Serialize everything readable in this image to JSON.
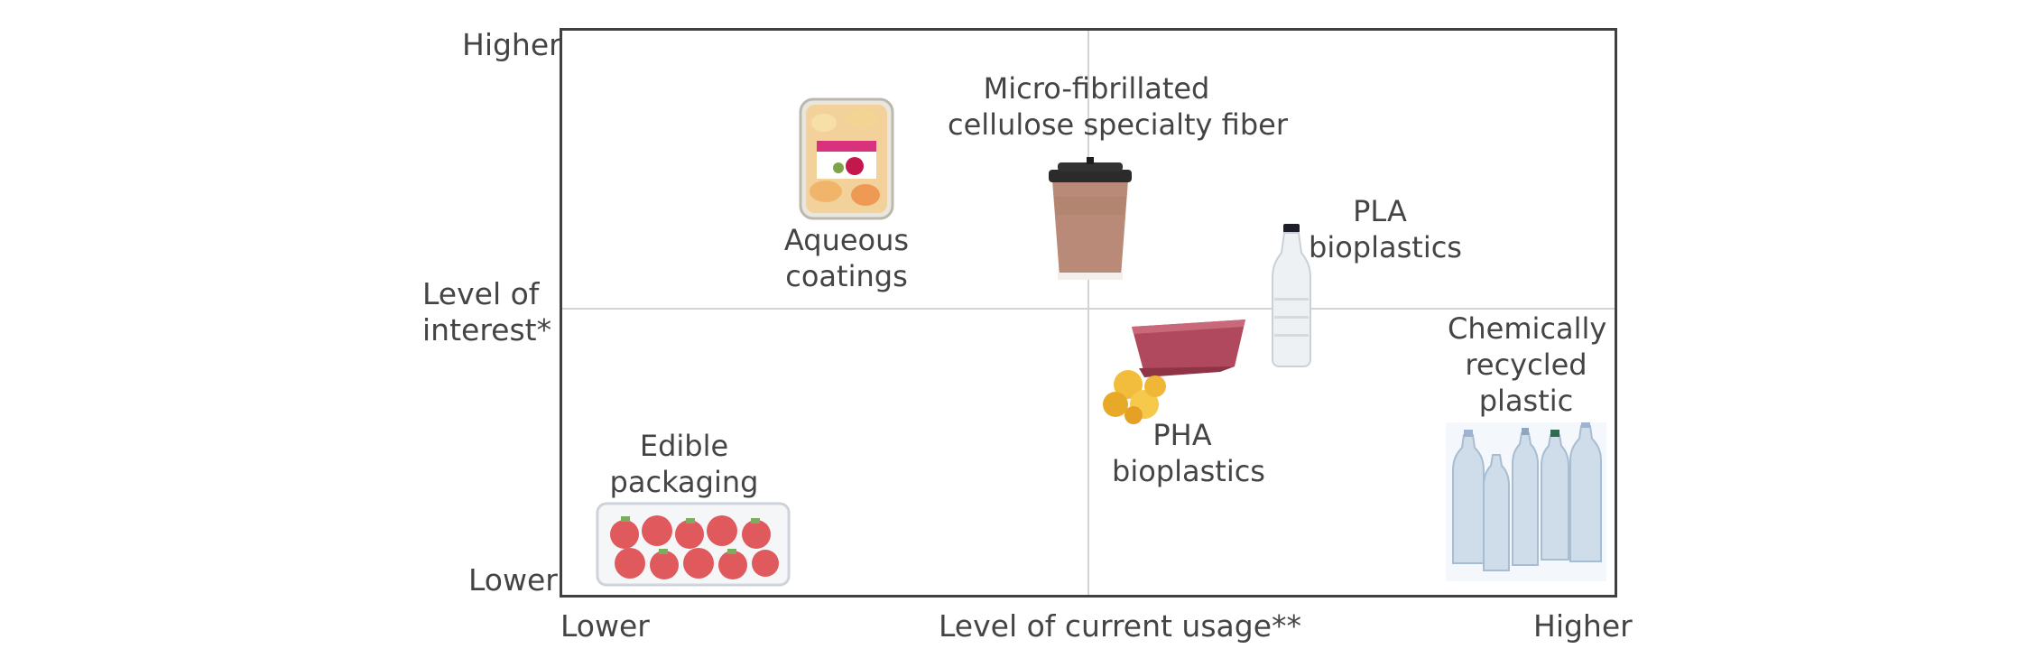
{
  "axes": {
    "y_high": "Higher",
    "y_low": "Lower",
    "y_title_line1": "Level of",
    "y_title_line2": "interest*",
    "x_low": "Lower",
    "x_high": "Higher",
    "x_title": "Level of current usage**"
  },
  "items": {
    "mfc": {
      "line1": "Micro-fibrillated",
      "line2": "cellulose specialty fiber",
      "icon": "coffee-cup"
    },
    "aqueous": {
      "line1": "Aqueous",
      "line2": "coatings",
      "icon": "food-tray"
    },
    "pla": {
      "line1": "PLA",
      "line2": "bioplastics",
      "icon": "water-bottle"
    },
    "pha": {
      "line1": "PHA",
      "line2": "bioplastics",
      "icon": "chip-bag"
    },
    "chem": {
      "line1": "Chemically",
      "line2": "recycled",
      "line3": "plastic",
      "icon": "plastic-bottles"
    },
    "edible": {
      "line1": "Edible",
      "line2": "packaging",
      "icon": "strawberry-container"
    }
  },
  "colors": {
    "frame": "#404040",
    "gridline": "#d4d4d4",
    "text": "#444444"
  }
}
